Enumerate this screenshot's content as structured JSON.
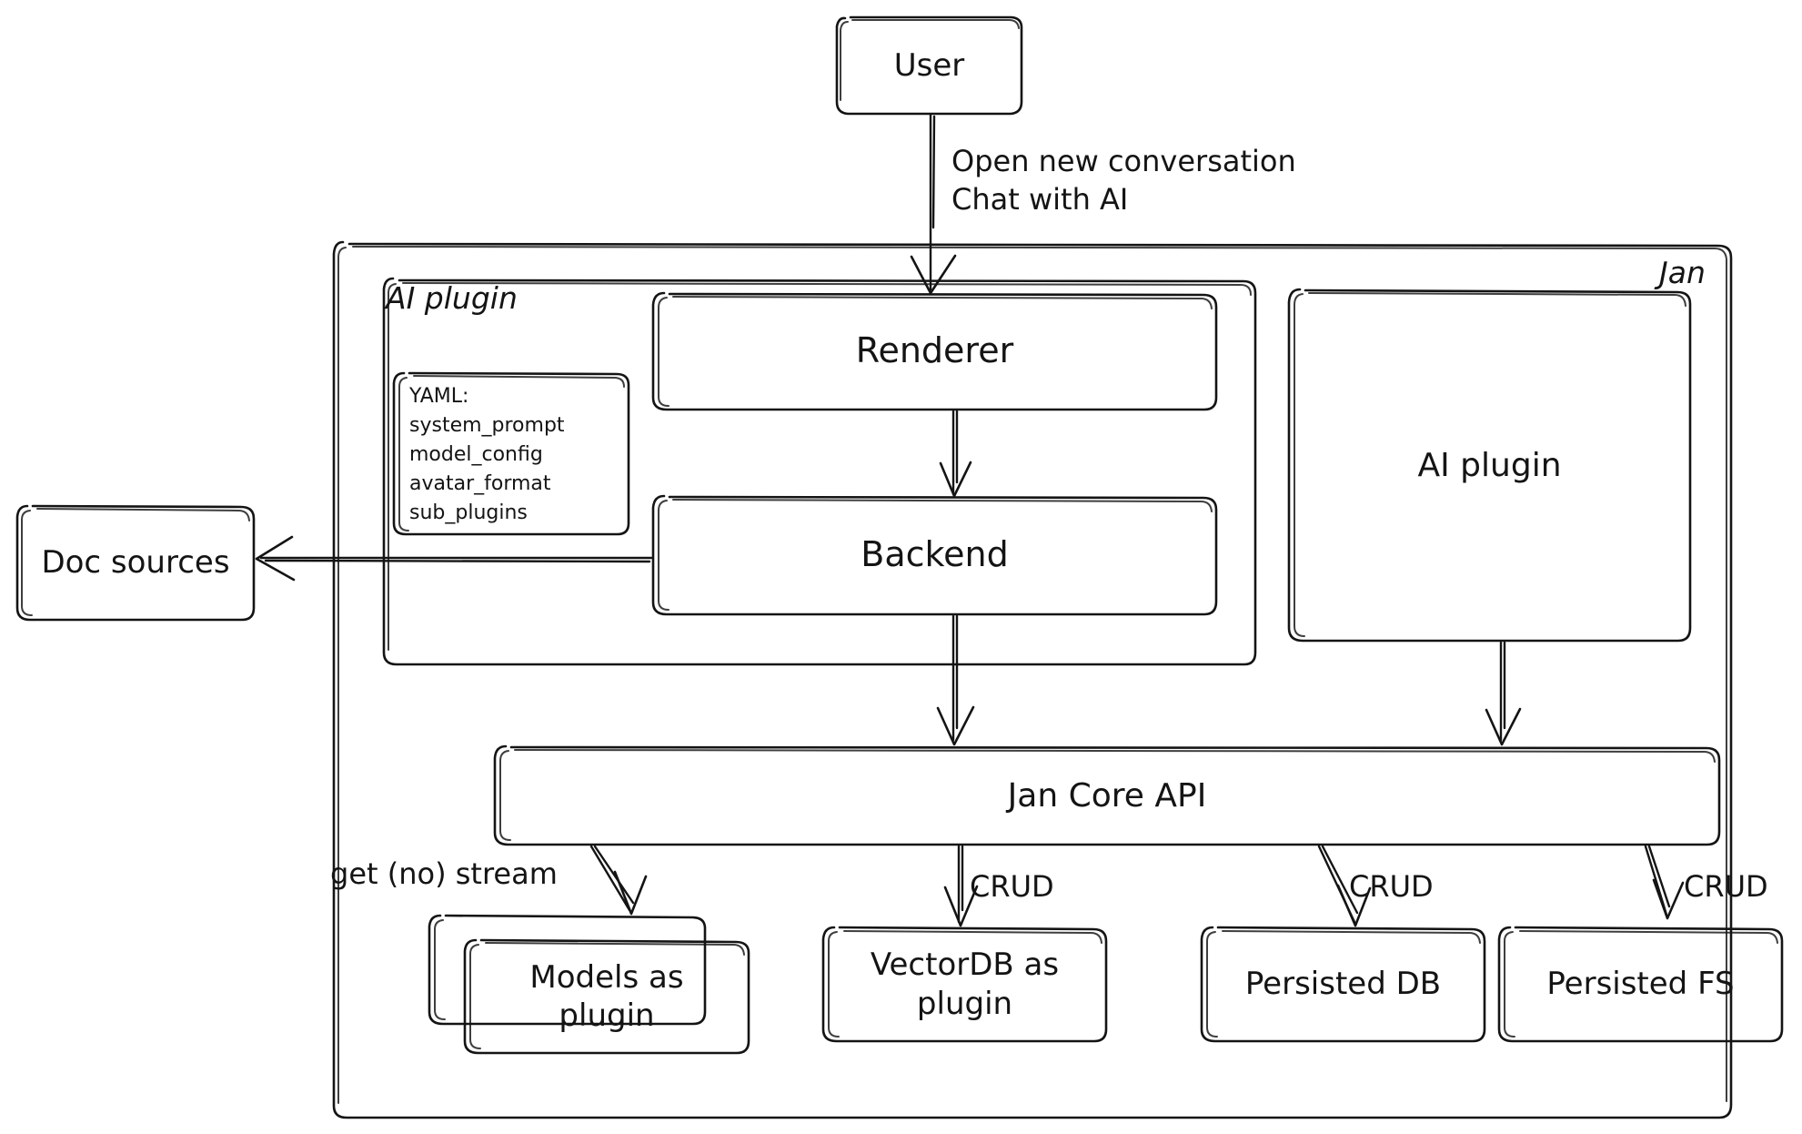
{
  "diagram": {
    "title": "Jan architecture",
    "style": "hand-drawn sketch",
    "stroke_color": "#141414",
    "background_color": "#ffffff"
  },
  "groups": [
    {
      "id": "jan",
      "label": "Jan",
      "label_position": "top-right"
    },
    {
      "id": "ai-plugin-group",
      "label": "AI plugin",
      "label_position": "top-left"
    }
  ],
  "nodes": {
    "user": {
      "label": "User"
    },
    "renderer": {
      "label": "Renderer"
    },
    "backend": {
      "label": "Backend"
    },
    "ai_plugin_right": {
      "label": "AI plugin"
    },
    "doc_sources": {
      "label": "Doc sources"
    },
    "jan_core_api": {
      "label": "Jan Core API"
    },
    "models_as_plugin": {
      "label": "Models as\nplugin"
    },
    "vectordb_as_plugin": {
      "label": "VectorDB as\nplugin"
    },
    "persisted_db": {
      "label": "Persisted DB"
    },
    "persisted_fs": {
      "label": "Persisted FS"
    }
  },
  "yaml_card": {
    "lines": "YAML:\nsystem_prompt\nmodel_config\navatar_format\nsub_plugins"
  },
  "edges": [
    {
      "id": "user-to-renderer",
      "from": "user",
      "to": "renderer",
      "label": "Open new conversation\nChat with AI"
    },
    {
      "id": "renderer-to-backend",
      "from": "renderer",
      "to": "backend",
      "label": ""
    },
    {
      "id": "backend-to-doc-sources",
      "from": "backend",
      "to": "doc_sources",
      "label": ""
    },
    {
      "id": "backend-to-core",
      "from": "backend",
      "to": "jan_core_api",
      "label": ""
    },
    {
      "id": "ai-plugin-to-core",
      "from": "ai_plugin_right",
      "to": "jan_core_api",
      "label": ""
    },
    {
      "id": "core-to-models",
      "from": "jan_core_api",
      "to": "models_as_plugin",
      "label": "get (no) stream"
    },
    {
      "id": "core-to-vectordb",
      "from": "jan_core_api",
      "to": "vectordb_as_plugin",
      "label": "CRUD"
    },
    {
      "id": "core-to-persisted-db",
      "from": "jan_core_api",
      "to": "persisted_db",
      "label": "CRUD"
    },
    {
      "id": "core-to-persisted-fs",
      "from": "jan_core_api",
      "to": "persisted_fs",
      "label": "CRUD"
    }
  ]
}
